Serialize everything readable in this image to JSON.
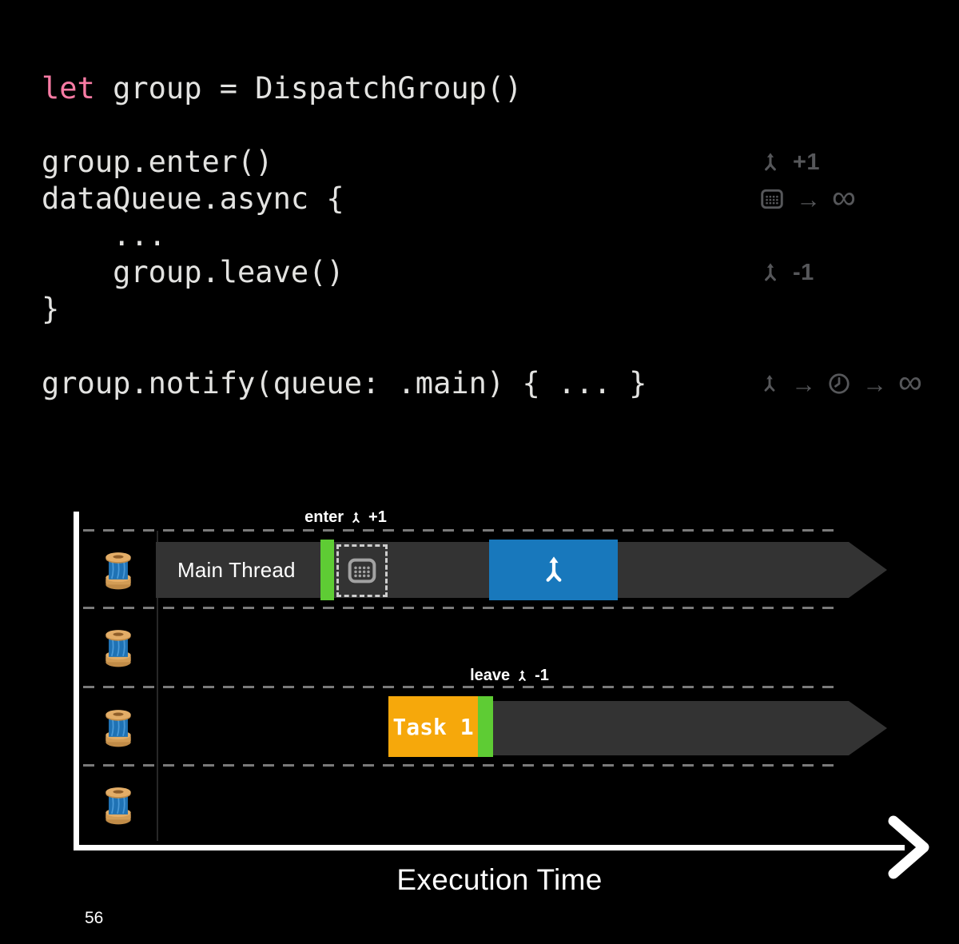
{
  "meta": {
    "page_number": "56"
  },
  "colors": {
    "background": "#000000",
    "code_text": "#e3e3e1",
    "keyword_pink": "#f97ba4",
    "annotation_gray": "#56575a",
    "bar_dark": "#333333",
    "accent_green": "#5ecc34",
    "accent_blue": "#1878bc",
    "accent_orange": "#f6a80b"
  },
  "code": {
    "keyword_let": "let",
    "declaration_rest": " group = DispatchGroup()",
    "enter_line": "group.enter()",
    "async_line": "dataQueue.async {",
    "body_ellipsis": "    ...",
    "leave_line": "    group.leave()",
    "closing_brace": "}",
    "notify_line": "group.notify(queue: .main) { ... }"
  },
  "glyphs": {
    "arrow": "→",
    "infinity": "∞"
  },
  "counters": {
    "plus_one": "+1",
    "minus_one": "-1"
  },
  "diagram": {
    "enter_event": "enter",
    "leave_event": "leave",
    "main_thread_label": "Main Thread",
    "task_label": "Task 1",
    "axis_label": "Execution Time"
  }
}
